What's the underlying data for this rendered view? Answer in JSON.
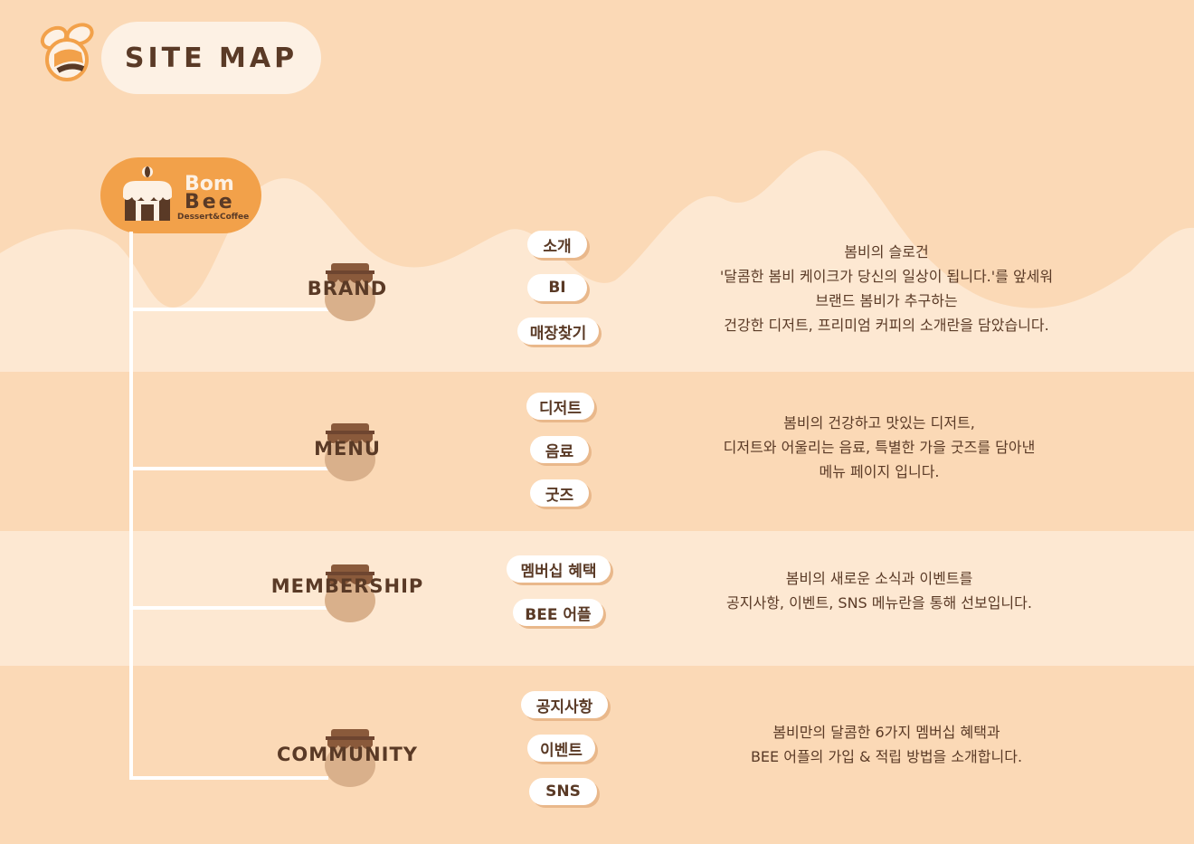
{
  "header": {
    "title": "SITE MAP"
  },
  "logo": {
    "line1": "Bom",
    "line2": "Bee",
    "line3": "Dessert&Coffee"
  },
  "categories": [
    {
      "label": "BRAND",
      "items": [
        "소개",
        "BI",
        "매장찾기"
      ],
      "description": [
        "봄비의 슬로건",
        "'달콤한 봄비 케이크가 당신의 일상이 됩니다.'를 앞세워",
        "브랜드 봄비가 추구하는",
        "건강한 디저트, 프리미엄 커피의 소개란을 담았습니다."
      ]
    },
    {
      "label": "MENU",
      "items": [
        "디저트",
        "음료",
        "굿즈"
      ],
      "description": [
        "봄비의 건강하고 맛있는 디저트,",
        "디저트와 어울리는 음료, 특별한 가을 굿즈를 담아낸",
        "메뉴 페이지 입니다."
      ]
    },
    {
      "label": "MEMBERSHIP",
      "items": [
        "멤버십 혜택",
        "BEE 어플"
      ],
      "description": [
        "봄비의 새로운 소식과 이벤트를",
        "공지사항, 이벤트, SNS 메뉴란을 통해 선보입니다."
      ]
    },
    {
      "label": "COMMUNITY",
      "items": [
        "공지사항",
        "이벤트",
        "SNS"
      ],
      "description": [
        "봄비만의 달콤한 6가지 멤버십 혜택과",
        "BEE 어플의 가입 & 적립 방법을 소개합니다."
      ]
    }
  ],
  "colors": {
    "background": "#fbd9b6",
    "band_light": "#fde8d2",
    "accent": "#f2a14a",
    "text": "#5a3a26",
    "jar": "#d9b08b"
  }
}
